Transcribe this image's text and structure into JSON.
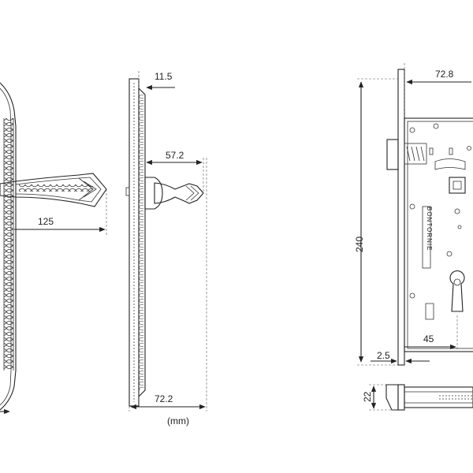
{
  "dimensions": {
    "handle_reach": "125",
    "rose_offset": "11.5",
    "projection": "57.2",
    "plate_depth": "72.2",
    "lock_width": "72.8",
    "lock_height": "240",
    "faceplate_thickness": "2.5",
    "backset": "45",
    "faceplate_width": "22"
  },
  "units": "(mm)",
  "engraving": "BONTORNIE"
}
